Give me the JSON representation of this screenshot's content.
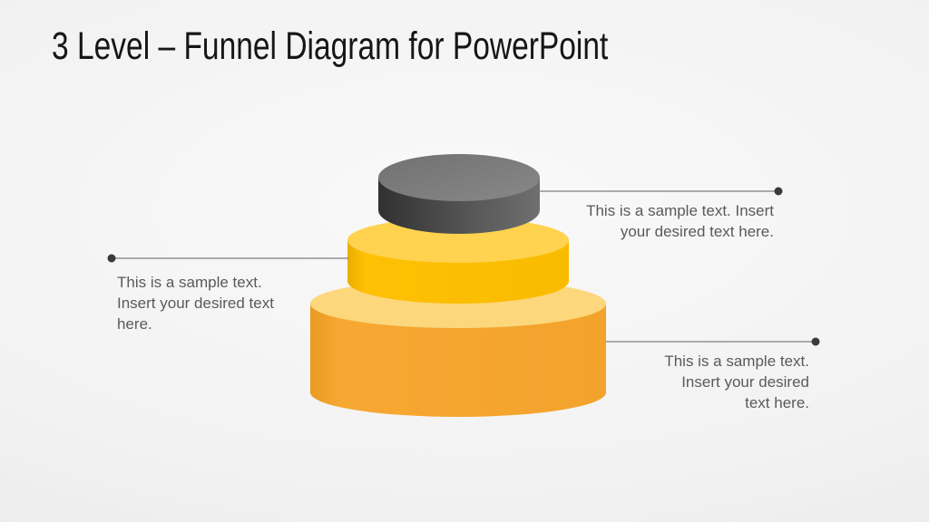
{
  "slide": {
    "title": "3 Level – Funnel Diagram for PowerPoint"
  },
  "callouts": [
    {
      "position": "top-right",
      "text": "This is a sample text. Insert your desired text here.",
      "lines": [
        "This is a sample text. Insert",
        "your desired text here."
      ]
    },
    {
      "position": "middle-left",
      "text": "This is a sample text. Insert your desired text here.",
      "lines": [
        "This is a sample text.",
        "Insert your desired text",
        "here."
      ]
    },
    {
      "position": "bottom-right",
      "text": "This is a sample text. Insert your desired text here.",
      "lines": [
        "This is a sample text.",
        "Insert your desired",
        "text here."
      ]
    }
  ],
  "colors": {
    "title_text": "#161616",
    "body_text": "#5a5a5a",
    "connector_line": "#7d7d7d",
    "connector_dot": "#3a3a3a",
    "level1_side_dark": "#313131",
    "level1_side_mid": "#555555",
    "level1_side_light": "#707070",
    "level1_top_dark": "#717171",
    "level1_top_light": "#888888",
    "level2_side_edge": "#e9ad00",
    "level2_side_main": "#ffc104",
    "level2_side_shade": "#f9bb00",
    "level2_top": "#ffd24f",
    "level3_side_edge": "#ea9a23",
    "level3_side_main": "#f7a832",
    "level3_side_shade": "#f3a32c",
    "level3_top": "#fcd77c"
  }
}
